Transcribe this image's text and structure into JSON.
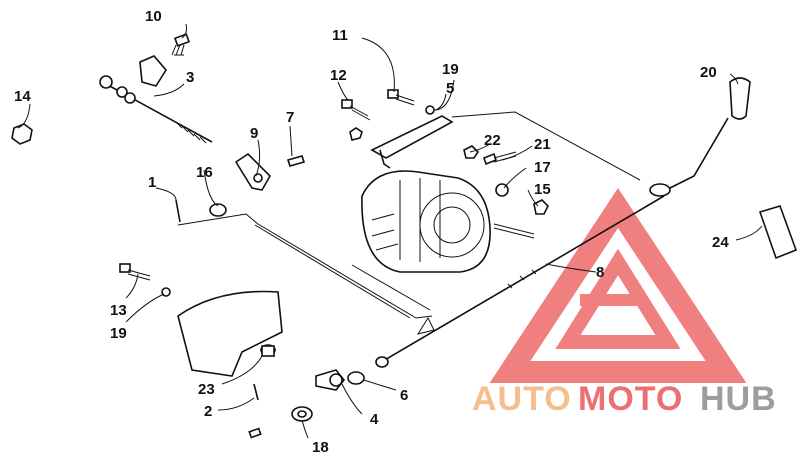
{
  "callouts": [
    "1",
    "2",
    "3",
    "4",
    "5",
    "6",
    "7",
    "8",
    "9",
    "10",
    "11",
    "12",
    "13",
    "14",
    "15",
    "16",
    "17",
    "18",
    "19",
    "19",
    "20",
    "21",
    "22",
    "23",
    "24"
  ],
  "watermark": {
    "part1": "AUTO",
    "part2": "MOTO",
    "part3": "HUB",
    "color_orange": "#f5b27a",
    "color_red": "#e8585a",
    "color_gray": "#8c8c8c"
  }
}
